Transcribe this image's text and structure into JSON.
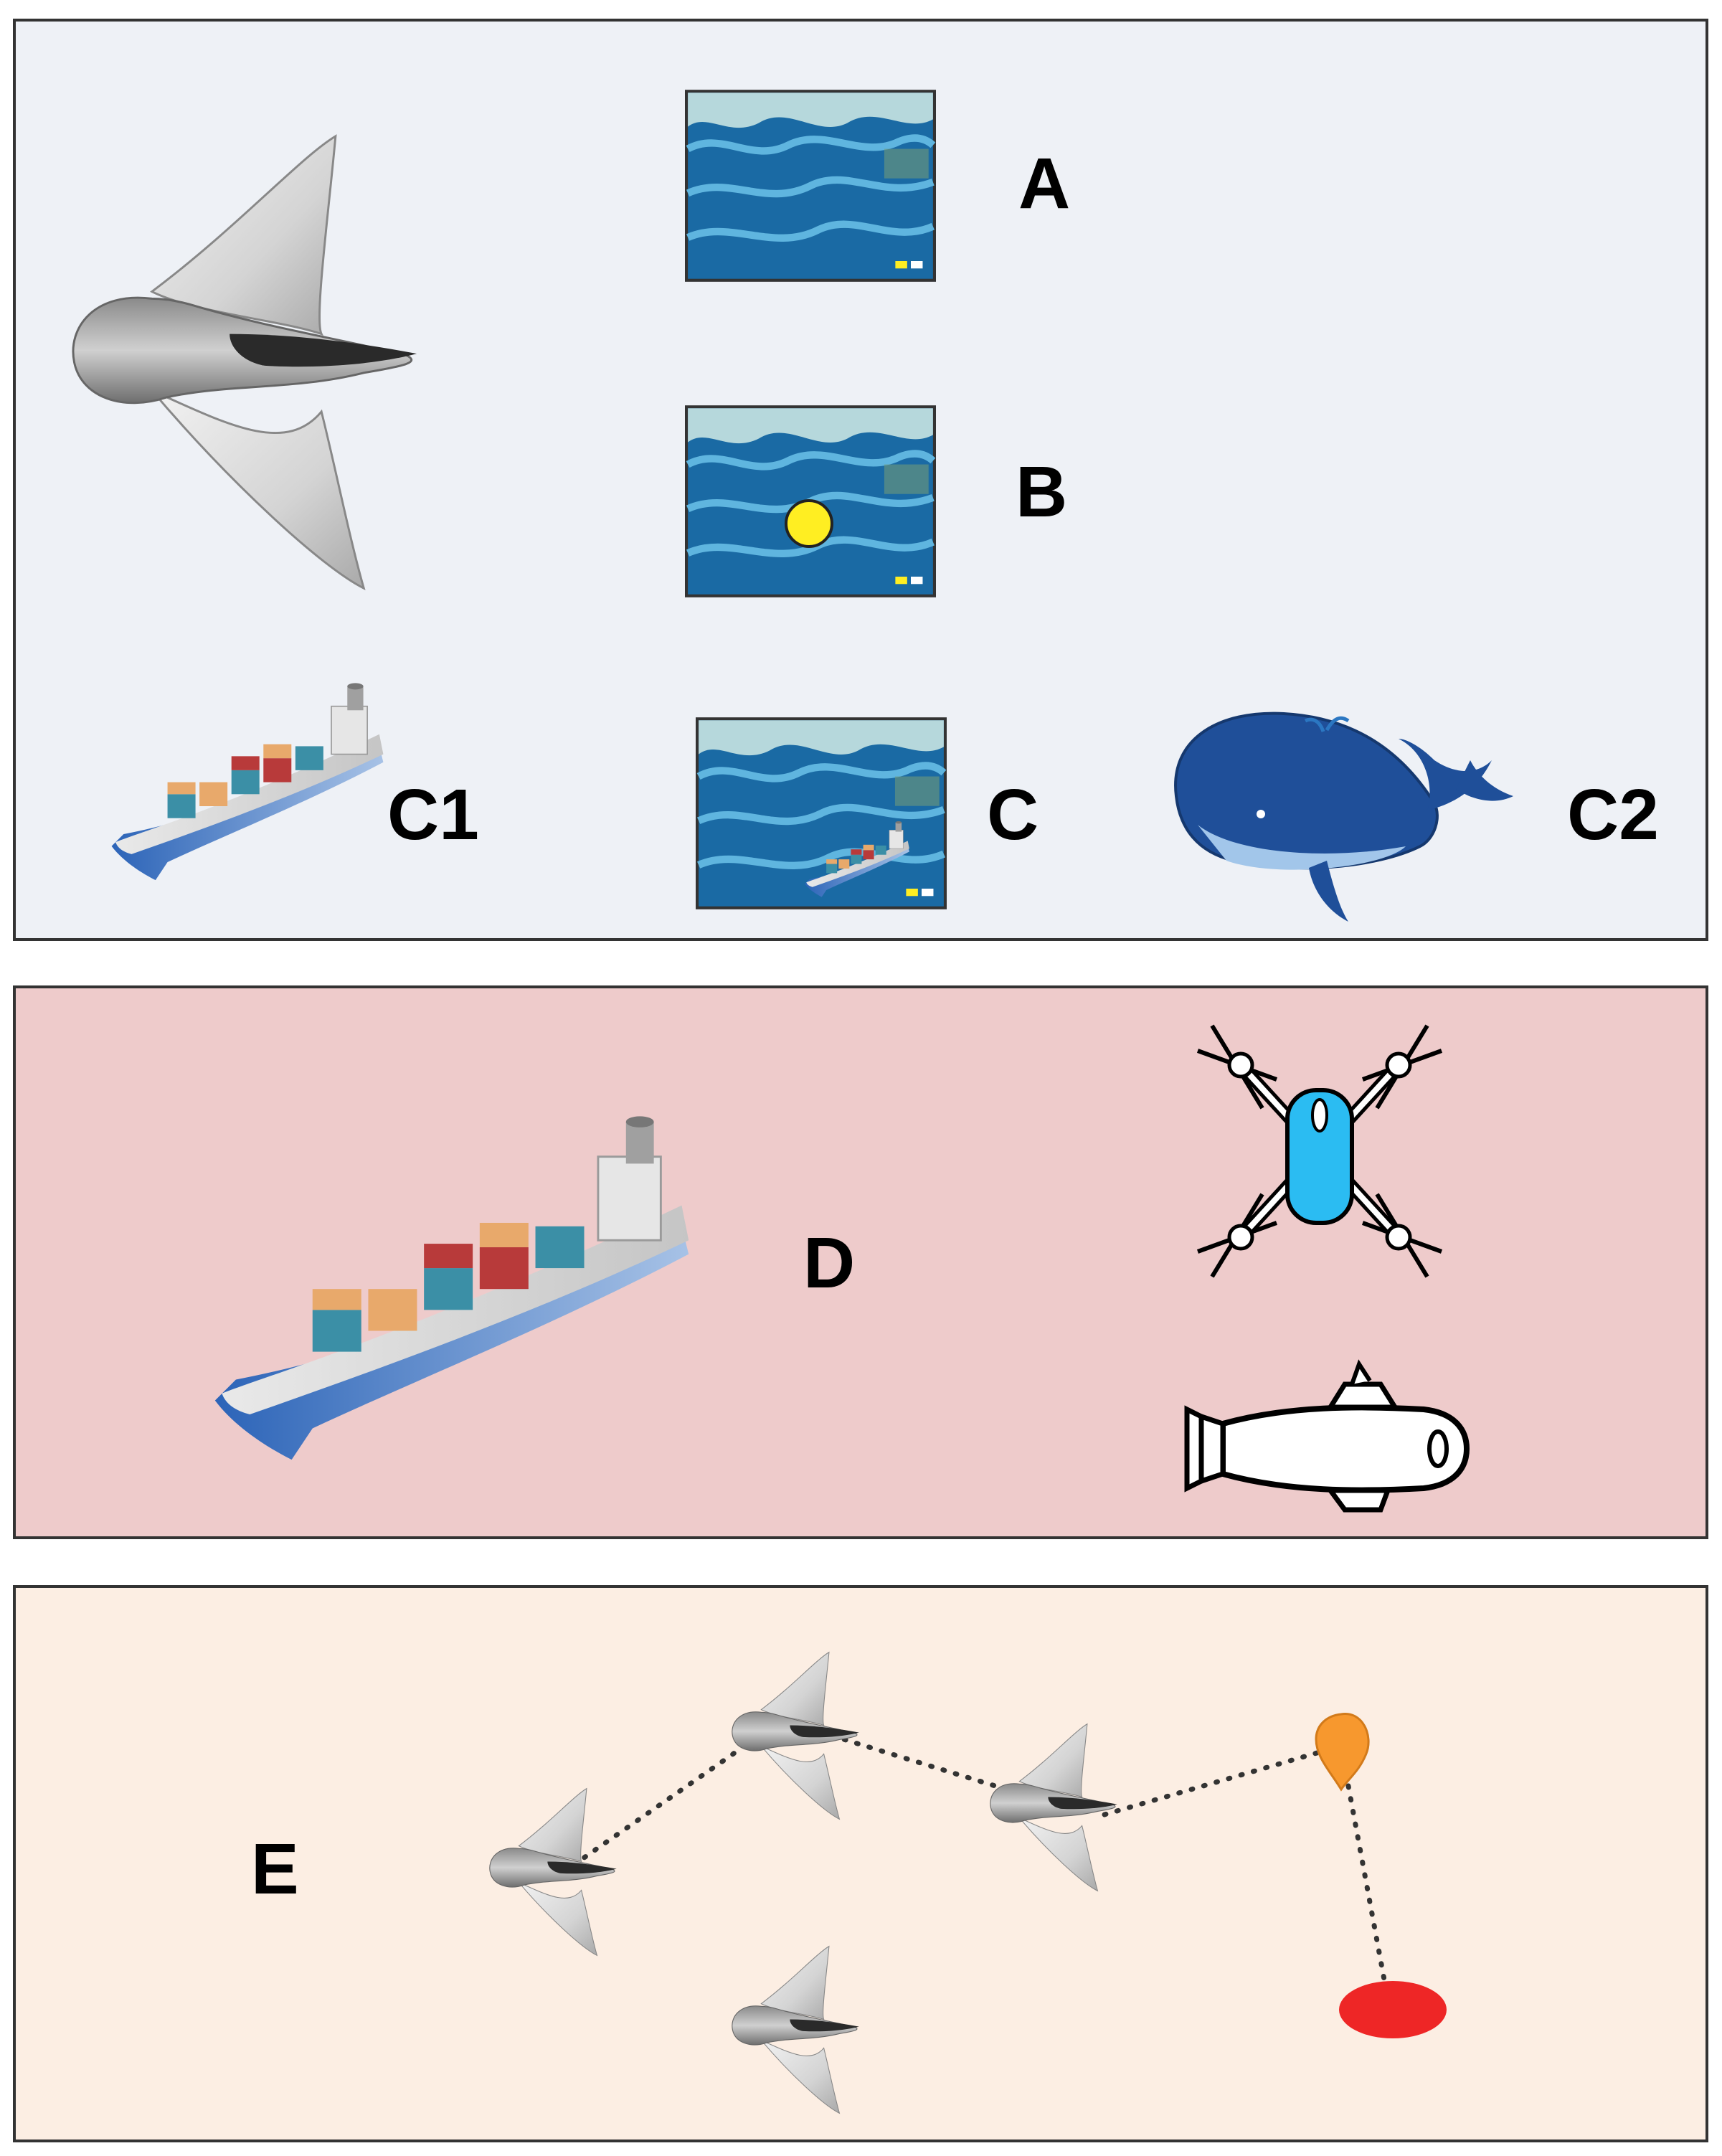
{
  "panel_top": {
    "labels": {
      "a": "A",
      "b": "B",
      "c": "C",
      "c1": "C1",
      "c2": "C2"
    },
    "colors": {
      "background": "#eef1f6",
      "screen_sky": "#b6d8dc",
      "screen_water": "#1a6aa4",
      "yellow_target": "#ffee22"
    }
  },
  "panel_middle": {
    "labels": {
      "d": "D"
    },
    "colors": {
      "background": "#eecbcb",
      "drone_body": "#2bbcf2"
    }
  },
  "panel_bottom": {
    "labels": {
      "e": "E"
    },
    "colors": {
      "background": "#fceee3",
      "orange_marker": "#f7982e",
      "red_marker": "#ee2626"
    }
  },
  "icons": [
    "manta-ray-icon",
    "container-ship-icon",
    "whale-icon",
    "drone-icon",
    "submarine-icon"
  ]
}
